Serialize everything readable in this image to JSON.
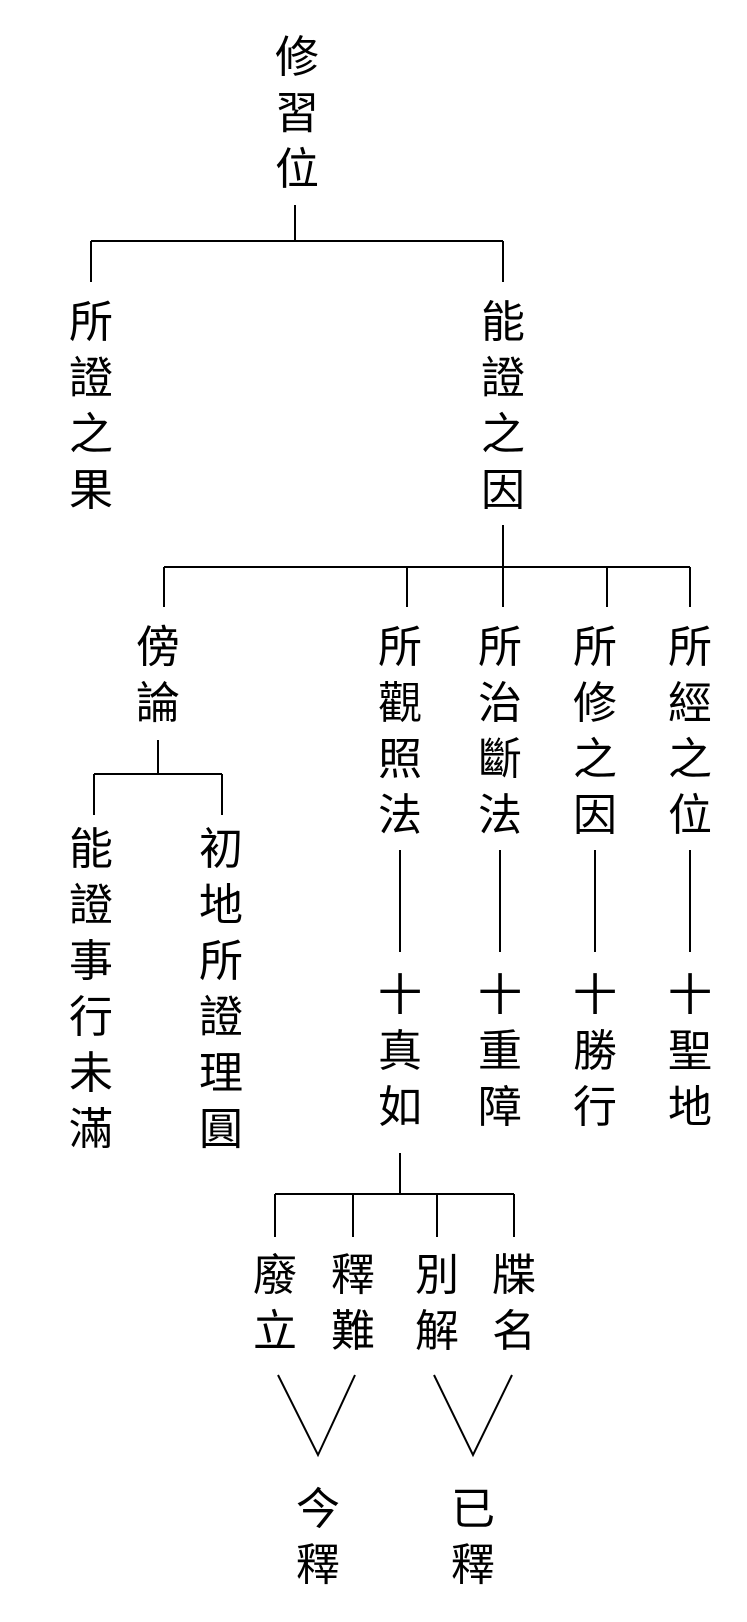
{
  "tree": {
    "root": "修習位",
    "level1": {
      "left": "所證之果",
      "right": "能證之因"
    },
    "level2": {
      "side": "傍論",
      "side_children": [
        "能證事行未滿",
        "初地所證理圓"
      ],
      "branches": [
        {
          "label": "所觀照法",
          "result": "十真如"
        },
        {
          "label": "所治斷法",
          "result": "十重障"
        },
        {
          "label": "所修之因",
          "result": "十勝行"
        },
        {
          "label": "所經之位",
          "result": "十聖地"
        }
      ]
    },
    "level3": {
      "items": [
        "廢立",
        "釋難",
        "別解",
        "牒名"
      ],
      "groups": [
        "今釋",
        "已釋"
      ]
    }
  }
}
